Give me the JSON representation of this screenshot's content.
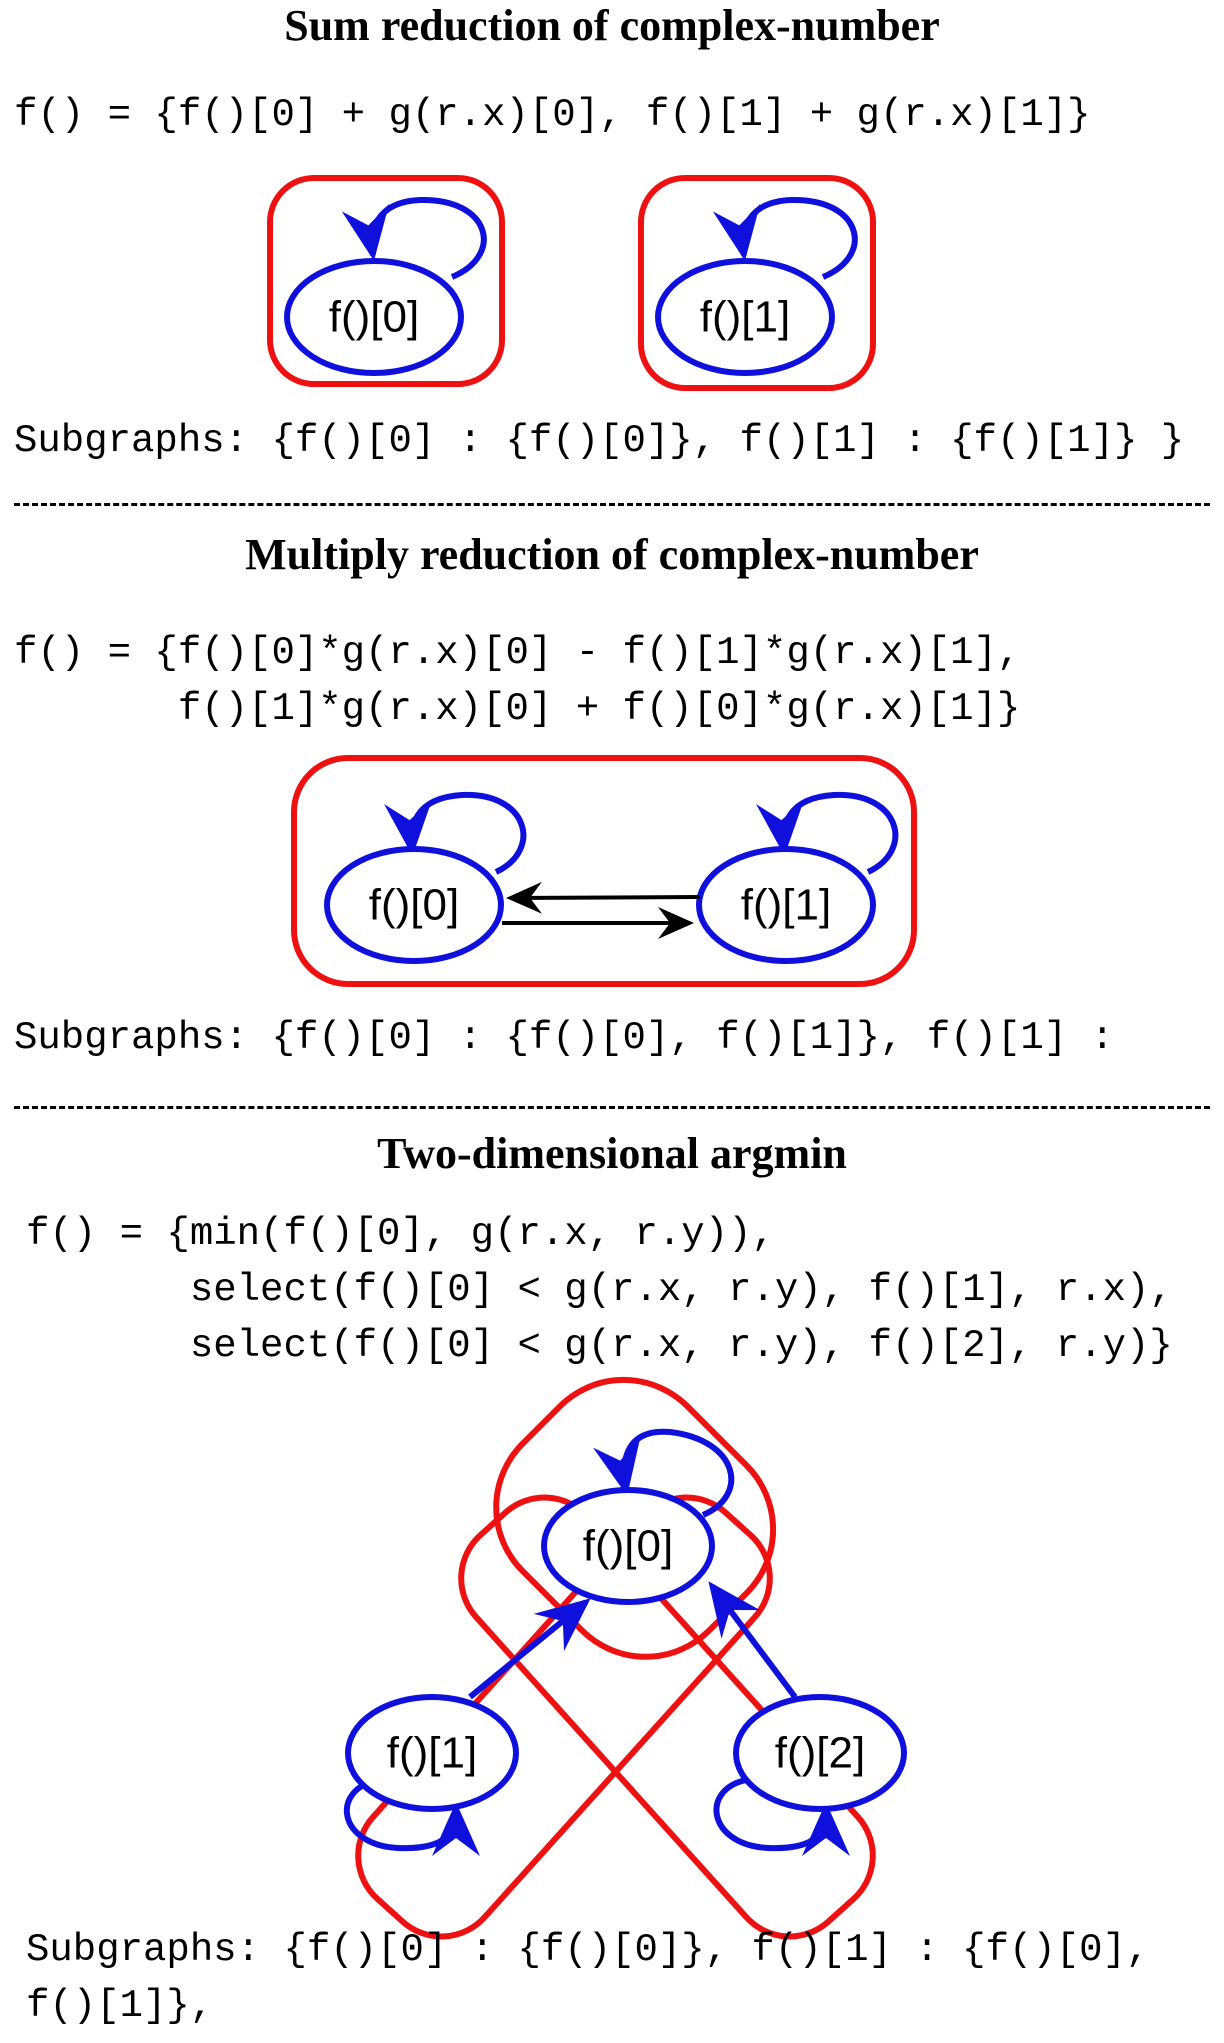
{
  "colors": {
    "subgraph": "#ee1111",
    "self_edge": "#1010dd",
    "cross_edge": "#000000",
    "text": "#000000"
  },
  "section1": {
    "title": "Sum reduction of complex-number",
    "code": [
      "f() = {f()[0] + g(r.x)[0], f()[1] + g(r.x)[1]}"
    ],
    "nodes": [
      "f()[0]",
      "f()[1]"
    ],
    "subgraphs": "Subgraphs: {f()[0] : {f()[0]}, f()[1] : {f()[1]} }"
  },
  "section2": {
    "title": "Multiply reduction of complex-number",
    "code": [
      "f() = {f()[0]*g(r.x)[0] - f()[1]*g(r.x)[1],",
      "       f()[1]*g(r.x)[0] + f()[0]*g(r.x)[1]}"
    ],
    "nodes": [
      "f()[0]",
      "f()[1]"
    ],
    "subgraphs": "Subgraphs: {f()[0] : {f()[0], f()[1]}, f()[1] :"
  },
  "section3": {
    "title": "Two-dimensional argmin",
    "code": [
      "f() = {min(f()[0], g(r.x, r.y)),",
      "       select(f()[0] < g(r.x, r.y), f()[1], r.x),",
      "       select(f()[0] < g(r.x, r.y), f()[2], r.y)}"
    ],
    "nodes": [
      "f()[0]",
      "f()[1]",
      "f()[2]"
    ],
    "subgraphs": [
      "Subgraphs: {f()[0] : {f()[0]}, f()[1] : {f()[0],",
      "f()[1]},"
    ]
  }
}
